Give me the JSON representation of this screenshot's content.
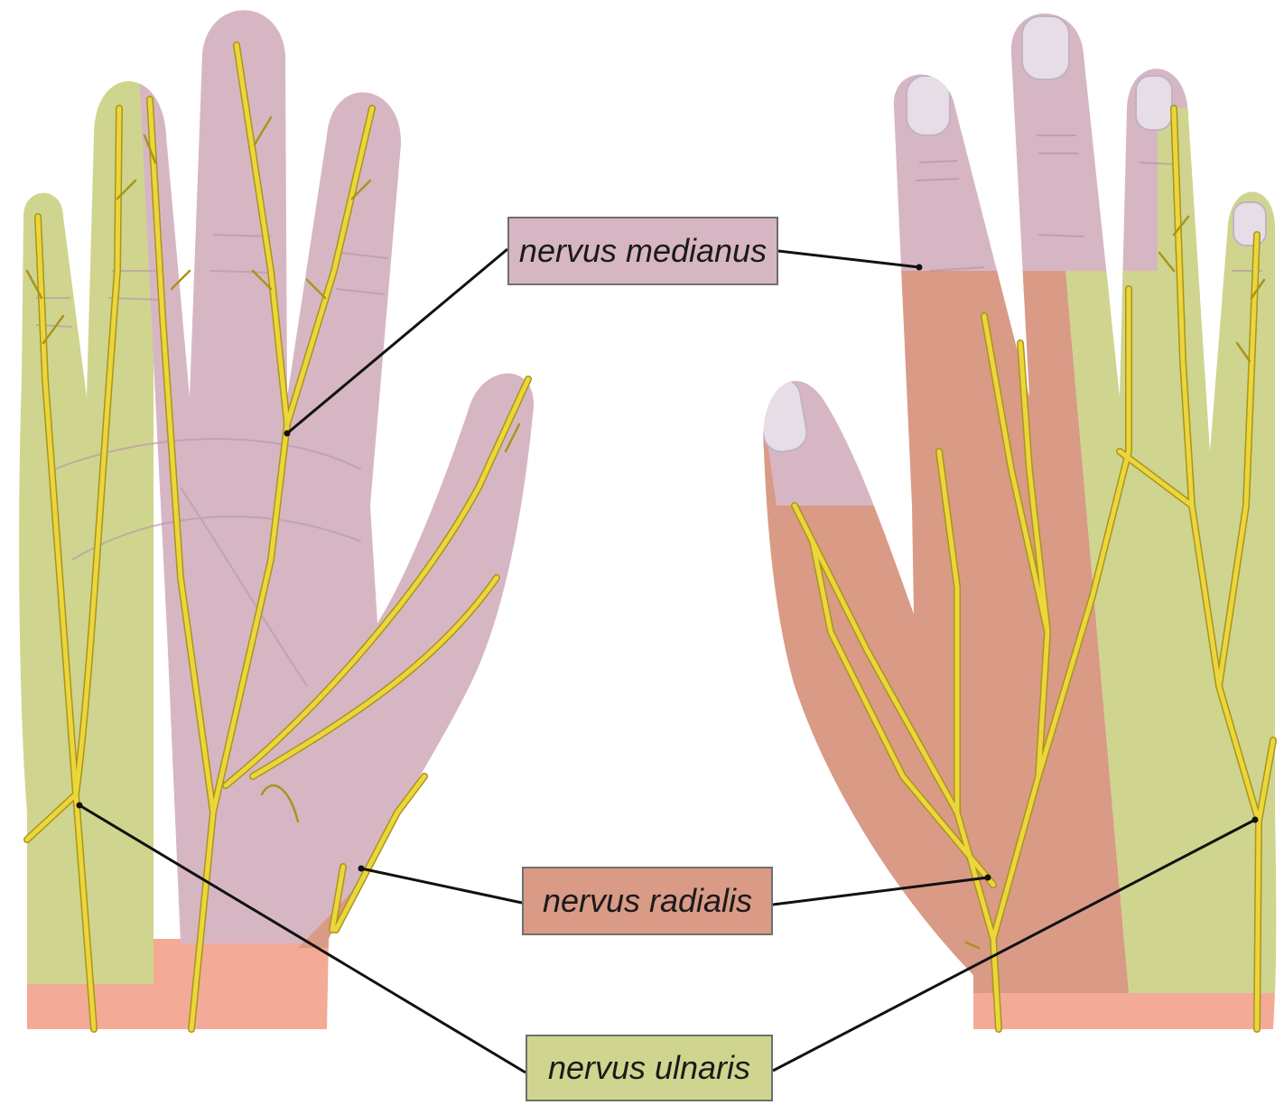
{
  "labels": {
    "medianus": "nervus medianus",
    "radialis": "nervus radialis",
    "ulnaris": "nervus ulnaris"
  },
  "colors": {
    "medianus_zone": "#d7b6c4",
    "radialis_zone": "#d99a86",
    "ulnaris_zone": "#cfd58e",
    "wrist_skin": "#f3aa97",
    "nerve": "#e8d23a",
    "nerve_outline": "#a8951c",
    "leader_line": "#111111",
    "box_border": "#6f6f6f"
  },
  "figures": [
    "palmar-hand",
    "dorsal-hand"
  ]
}
